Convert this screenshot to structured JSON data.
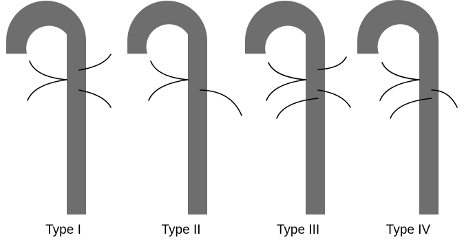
{
  "colors": {
    "bar": "#6e6e6e",
    "line": "#000000",
    "background": "#ffffff"
  },
  "panels": [
    {
      "label": "Type I"
    },
    {
      "label": "Type II"
    },
    {
      "label": "Type III"
    },
    {
      "label": "Type IV"
    }
  ]
}
